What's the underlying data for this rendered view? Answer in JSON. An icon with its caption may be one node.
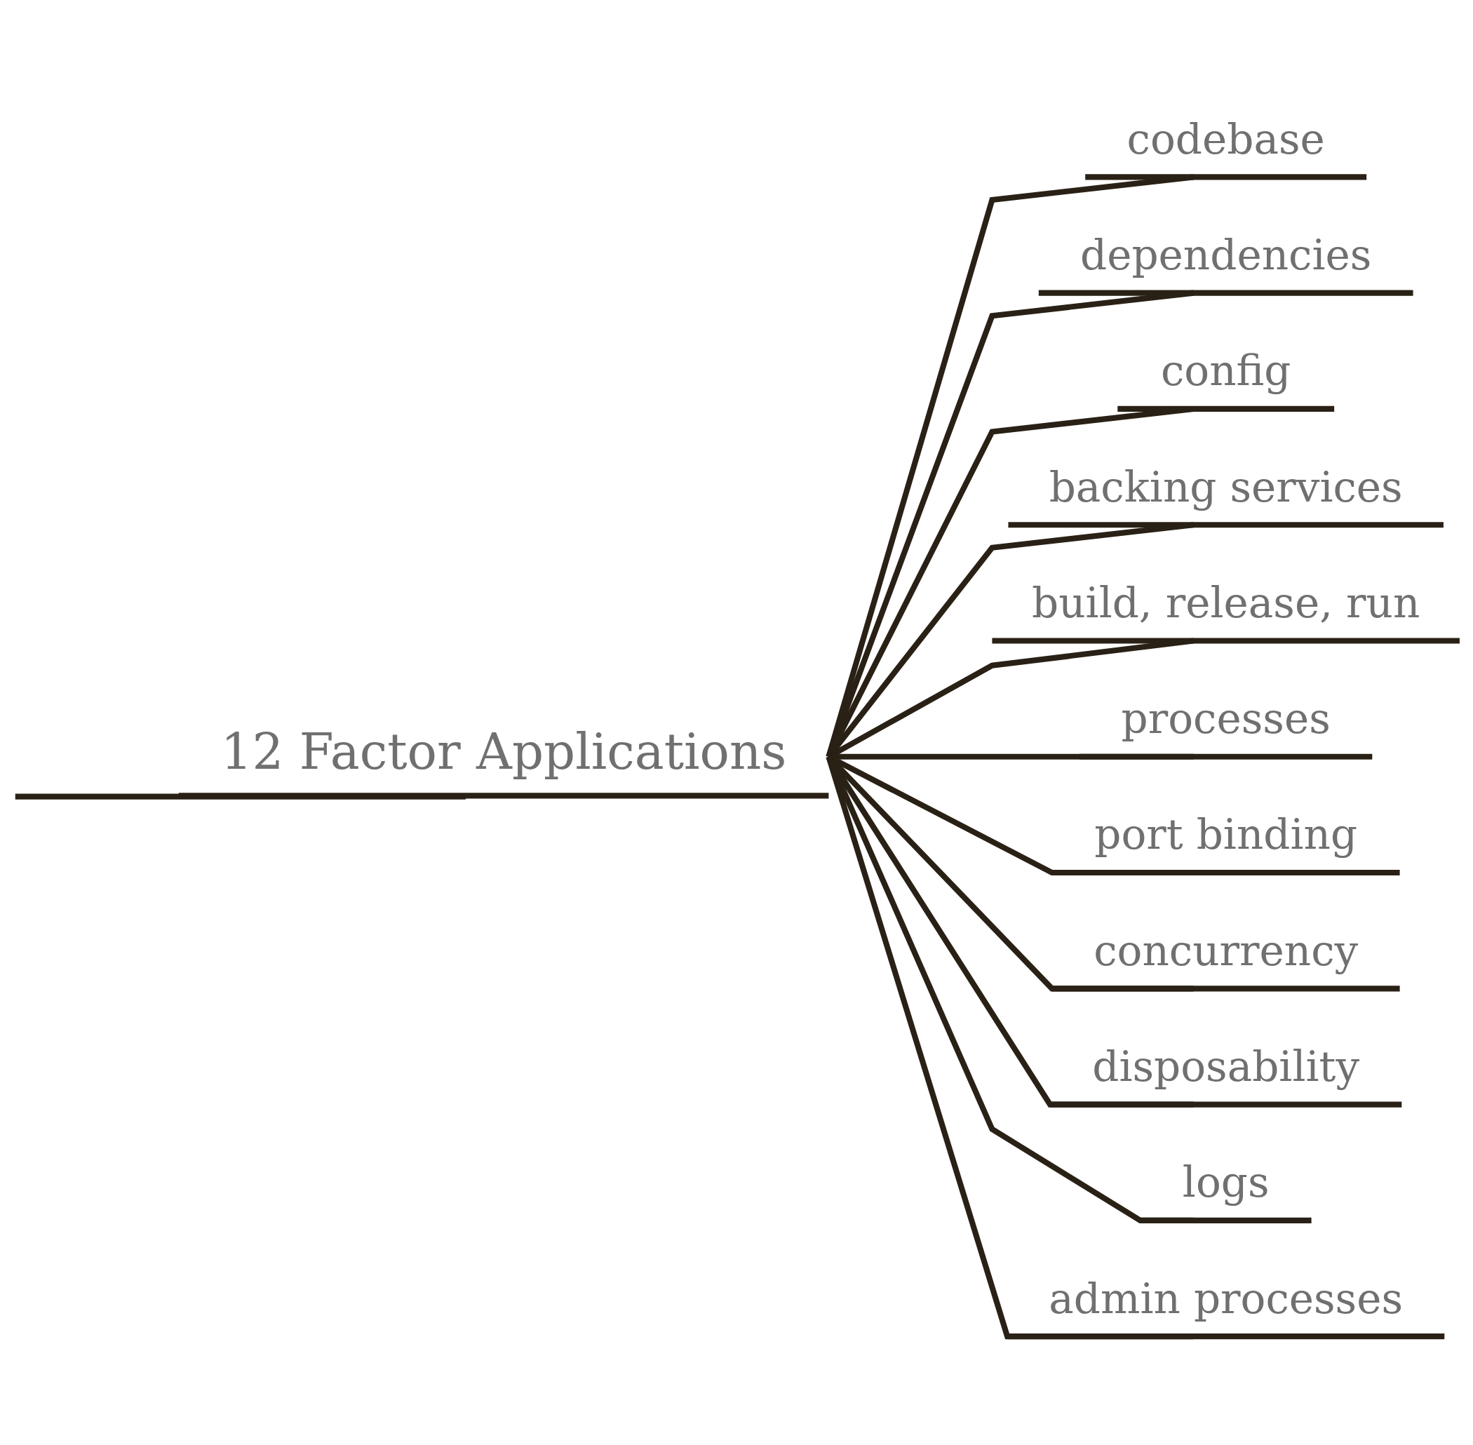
{
  "diagram": {
    "nodes": [
      {
        "text": [
          "12 Factor Applications"
        ]
      },
      {
        "text": [
          "codebase"
        ]
      },
      {
        "text": [
          "dependencies"
        ]
      },
      {
        "text": [
          "config"
        ]
      },
      {
        "text": [
          "backing services"
        ]
      },
      {
        "text": [
          "build, release, run"
        ]
      },
      {
        "text": [
          "processes"
        ]
      },
      {
        "text": [
          "port binding"
        ]
      },
      {
        "text": [
          "concurrency"
        ]
      },
      {
        "text": [
          "disposability"
        ]
      },
      {
        "text": [
          "logs"
        ]
      },
      {
        "text": [
          "admin processes"
        ]
      }
    ],
    "edges": [
      {
        "from": null,
        "to": 0,
        "arrow": "none"
      },
      {
        "from": 0,
        "to": 1,
        "arrow": "none"
      },
      {
        "from": 0,
        "to": 2,
        "arrow": "none"
      },
      {
        "from": 0,
        "to": 3,
        "arrow": "none"
      },
      {
        "from": 0,
        "to": 4,
        "arrow": "none"
      },
      {
        "from": 0,
        "to": 5,
        "arrow": "none"
      },
      {
        "from": 0,
        "to": 6,
        "arrow": "none"
      },
      {
        "from": 0,
        "to": 7,
        "arrow": "none"
      },
      {
        "from": 0,
        "to": 8,
        "arrow": "none"
      },
      {
        "from": 0,
        "to": 9,
        "arrow": "none"
      },
      {
        "from": 0,
        "to": 10,
        "arrow": "none"
      },
      {
        "from": 0,
        "to": 11,
        "arrow": "none"
      }
    ]
  }
}
